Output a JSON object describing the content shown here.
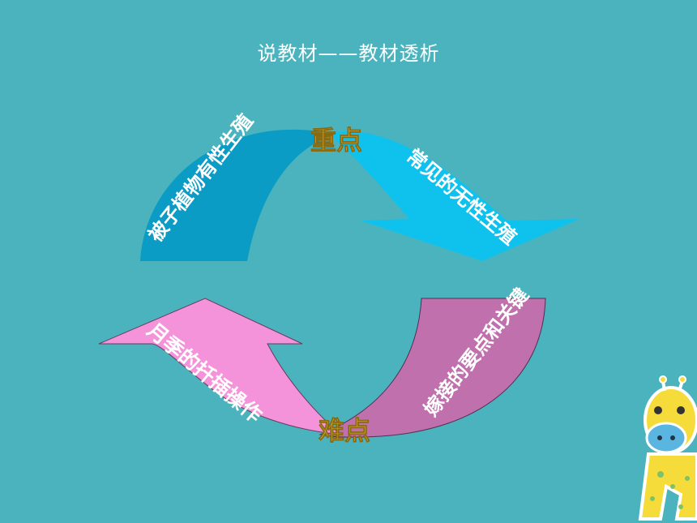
{
  "slide": {
    "title": "说教材——教材透析",
    "top_tag": "重点",
    "bottom_tag": "难点",
    "arrows": [
      {
        "label": "被子植物有性生殖",
        "color": "#0a9cc4"
      },
      {
        "label": "常见的无性生殖",
        "color": "#0fc2ee"
      },
      {
        "label": "嫁接的要点和关键",
        "color": "#c070ac"
      },
      {
        "label": "月季的扦插操作",
        "color": "#f493da"
      }
    ],
    "mascot": "giraffe-icon"
  }
}
